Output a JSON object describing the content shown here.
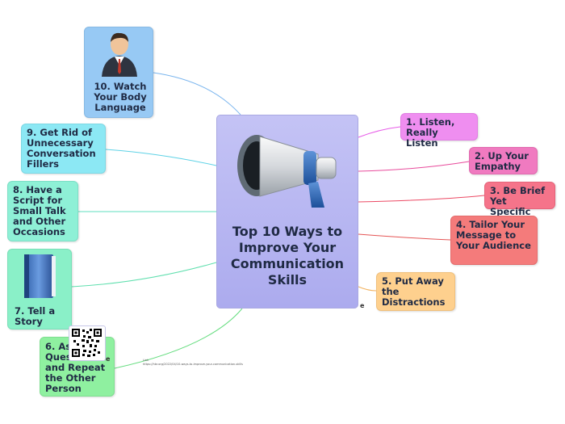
{
  "central": {
    "title": "Top 10 Ways to Improve Your Communication Skills",
    "icon": "megaphone-icon",
    "color": "#b6b5f1"
  },
  "branches": [
    {
      "label": "1. Listen, Really Listen",
      "color": "#ef8ef0",
      "line_color": "#e75be8"
    },
    {
      "label": "2. Up Your Empathy",
      "color": "#f07ac0",
      "line_color": "#e84b9c"
    },
    {
      "label": "3. Be Brief Yet Specific",
      "color": "#f5748a",
      "line_color": "#ec4a64"
    },
    {
      "label": "4. Tailor Your Message to Your Audience",
      "color": "#f47b7b",
      "line_color": "#e55555"
    },
    {
      "label": "5. Put Away the Distractions",
      "color": "#fed08e",
      "line_color": "#f2b25f"
    },
    {
      "label": "6. Ask Questions and Repeat the Other Person",
      "color": "#8ff0a0",
      "line_color": "#66dd80"
    },
    {
      "label": "7. Tell a Story",
      "color": "#8af0c8",
      "line_color": "#5fdfae",
      "icon": "book-icon"
    },
    {
      "label": "8. Have a Script for Small Talk and Other Occasions",
      "color": "#8ef0d6",
      "line_color": "#5fdfbf"
    },
    {
      "label": "9. Get Rid of Unnecessary Conversation Fillers",
      "color": "#8ce8f4",
      "line_color": "#5ed2e6"
    },
    {
      "label": "10. Watch Your Body Language",
      "color": "#97c9f4",
      "line_color": "#7ab5ee",
      "icon": "businessman-icon"
    }
  ],
  "note": {
    "title": "Link",
    "url": "https://hbr.org/2022/04/10-ways-to-improve-your-communication-skills"
  },
  "markers": {
    "central": "e",
    "ask": "e"
  }
}
